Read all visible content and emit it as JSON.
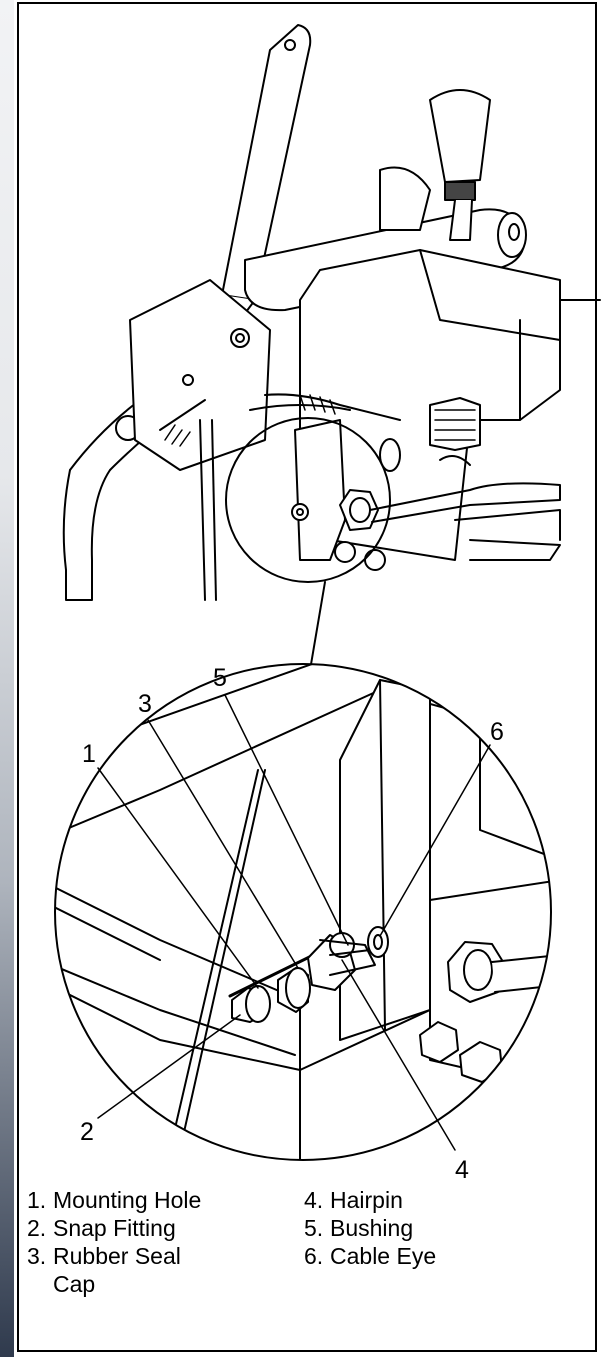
{
  "callouts": [
    "1",
    "2",
    "3",
    "4",
    "5",
    "6"
  ],
  "legend": [
    {
      "num": "1.",
      "label": "Mounting Hole"
    },
    {
      "num": "2.",
      "label": "Snap Fitting"
    },
    {
      "num": "3.",
      "label": "Rubber Seal Cap"
    },
    {
      "num": "4.",
      "label": "Hairpin"
    },
    {
      "num": "5.",
      "label": "Bushing"
    },
    {
      "num": "6.",
      "label": "Cable Eye"
    }
  ]
}
